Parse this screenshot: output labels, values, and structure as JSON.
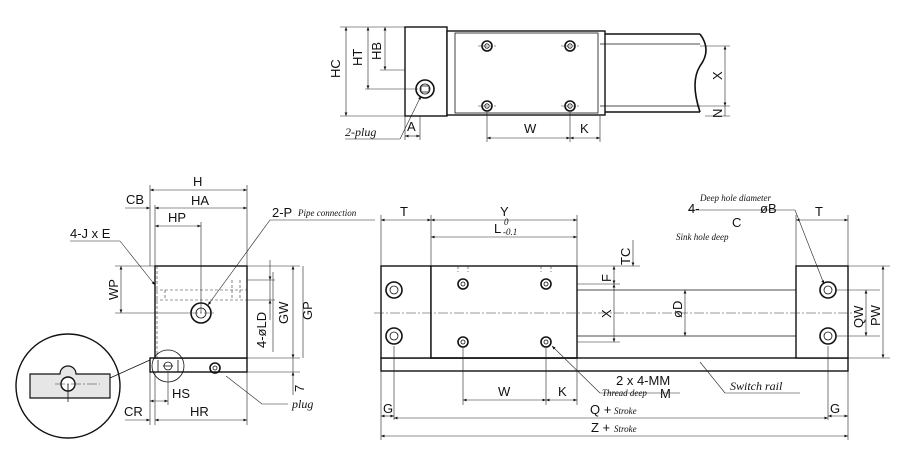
{
  "top_view": {
    "labels": {
      "hc": "HC",
      "ht": "HT",
      "hb": "HB",
      "plug": "2-plug",
      "a": "A",
      "w": "W",
      "k": "K",
      "x": "X",
      "n": "N"
    }
  },
  "side_view": {
    "labels": {
      "h": "H",
      "ha": "HA",
      "cb": "CB",
      "hp": "HP",
      "jxe": "4-J x E",
      "pipe_p": "2-P",
      "pipe_text": "Pipe connection",
      "wp": "WP",
      "ld": "4-øLD",
      "gw": "GW",
      "gp": "GP",
      "seven": "7",
      "hs": "HS",
      "hr": "HR",
      "cr": "CR",
      "plug": "plug"
    }
  },
  "front_view": {
    "labels": {
      "t_left": "T",
      "t_right": "T",
      "y": "Y",
      "l": "L",
      "l_tol_top": "0",
      "l_tol_bottom": "-0.1",
      "tc": "TC",
      "f": "F",
      "x": "X",
      "od": "øD",
      "deep_prefix": "4-",
      "deep_text": "Deep hole diameter",
      "ob": "øB",
      "c": "C",
      "sink_text": "Sink hole deep",
      "qw": "QW",
      "pw": "PW",
      "mm": "2 x 4-MM",
      "thread_text": "Thread deep",
      "m": "M",
      "w": "W",
      "k": "K",
      "switch_rail": "Switch rail",
      "g_left": "G",
      "g_right": "G",
      "q": "Q +",
      "z": "Z +",
      "stroke": "Stroke"
    }
  }
}
